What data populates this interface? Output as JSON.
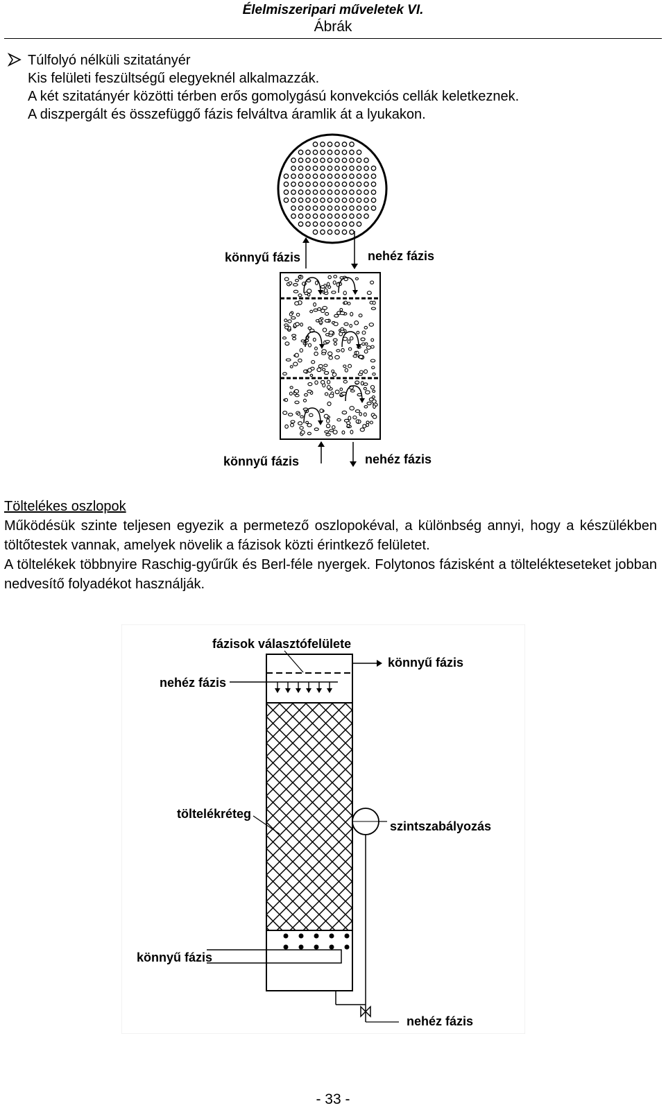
{
  "header": {
    "title": "Élelmiszeripari műveletek VI.",
    "subtitle": "Ábrák"
  },
  "section1": {
    "bullet_icon": "arrowhead-bullet-icon",
    "heading": "Túlfolyó nélküli szitatányér",
    "lines": [
      "Kis felületi feszültségű elegyeknél alkalmazzák.",
      "A két szitatányér közötti térben erős gomolygású konvekciós cellák keletkeznek.",
      "A diszpergált és összefüggő fázis felváltva áramlik át a lyukakon."
    ]
  },
  "figure1": {
    "top_left_label": "könnyű fázis",
    "top_right_label": "nehéz fázis",
    "bottom_left_label": "könnyű fázis",
    "bottom_right_label": "nehéz fázis"
  },
  "section2": {
    "heading": "Töltelékes oszlopok",
    "paragraph1": "Működésük szinte teljesen egyezik a permetező oszlopokéval, a különbség annyi, hogy a készülékben töltőtestek vannak, amelyek növelik a fázisok közti érintkező felületet.",
    "paragraph2": "A töltelékek többnyire Raschig-gyűrűk és Berl-féle nyergek. Folytonos fázisként a töltelékteseteket jobban nedvesítő folyadékot használják."
  },
  "figure2": {
    "interface_label": "fázisok választófelülete",
    "heavy_in_label": "nehéz fázis",
    "light_out_label": "könnyű fázis",
    "packing_label": "töltelékréteg",
    "level_control_label": "szintszabályozás",
    "light_in_label": "könnyű fázis",
    "heavy_out_label": "nehéz fázis"
  },
  "page_number": "- 33 -"
}
